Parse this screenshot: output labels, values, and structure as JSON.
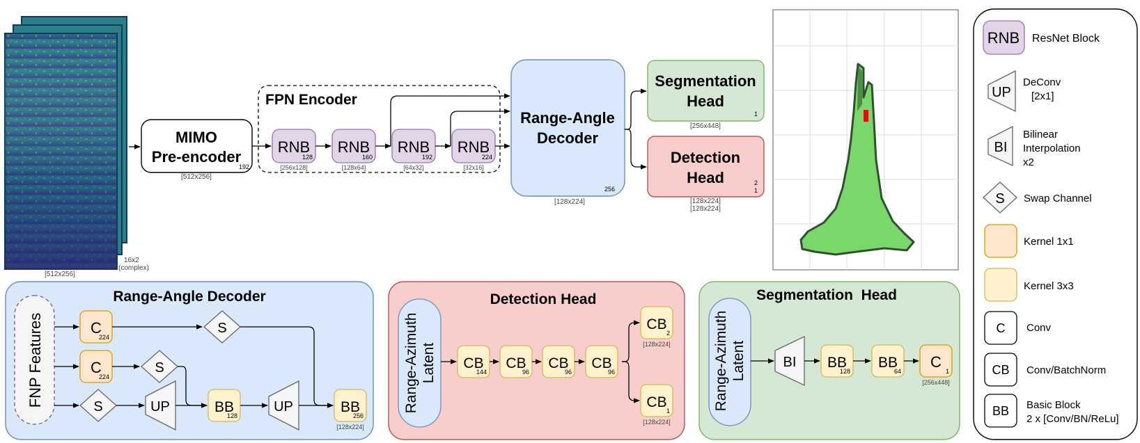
{
  "top": {
    "input": {
      "dims": "[512x256]",
      "channels": "16x2",
      "complex": "(complex)"
    },
    "mimo": {
      "line1": "MIMO",
      "line2": "Pre-encoder",
      "ch": "192",
      "dims": "[512x256]"
    },
    "fpn": {
      "title": "FPN Encoder",
      "blocks": [
        {
          "label": "RNB",
          "ch": "128",
          "dims": "[256x128]"
        },
        {
          "label": "RNB",
          "ch": "160",
          "dims": "[128x64]"
        },
        {
          "label": "RNB",
          "ch": "192",
          "dims": "[64x32]"
        },
        {
          "label": "RNB",
          "ch": "224",
          "dims": "[32x16]"
        }
      ]
    },
    "decoder": {
      "line1": "Range-Angle",
      "line2": "Decoder",
      "ch": "256",
      "dims": "[128x224]"
    },
    "seg": {
      "line1": "Segmentation",
      "line2": "Head",
      "ch": "1",
      "dims": "[256x448]"
    },
    "det": {
      "line1": "Detection",
      "line2": "Head",
      "ch1": "2",
      "ch2": "1",
      "dims1": "[128x224]",
      "dims2": "[128x224]"
    }
  },
  "rad": {
    "title": "Range-Angle Decoder",
    "features": "FNP Features",
    "c1": {
      "label": "C",
      "ch": "224"
    },
    "c2": {
      "label": "C",
      "ch": "224"
    },
    "s": "S",
    "up": "UP",
    "bb1": {
      "label": "BB",
      "ch": "128"
    },
    "bb2": {
      "label": "BB",
      "ch": "256",
      "dims": "[128x224]"
    }
  },
  "dh": {
    "title": "Detection Head",
    "latent1": "Range-Azimuth",
    "latent2": "Latent",
    "cbs": [
      {
        "label": "CB",
        "ch": "144"
      },
      {
        "label": "CB",
        "ch": "96"
      },
      {
        "label": "CB",
        "ch": "96"
      },
      {
        "label": "CB",
        "ch": "96"
      }
    ],
    "out1": {
      "label": "CB",
      "ch": "2",
      "dims": "[128x224]"
    },
    "out2": {
      "label": "CB",
      "ch": "1",
      "dims": "[128x224]"
    }
  },
  "sh": {
    "title": "Segmentation  Head",
    "latent1": "Range-Azimuth",
    "latent2": "Latent",
    "bi": "BI",
    "bb1": {
      "label": "BB",
      "ch": "128"
    },
    "bb2": {
      "label": "BB",
      "ch": "64"
    },
    "c": {
      "label": "C",
      "ch": "1",
      "dims": "[256x448]"
    }
  },
  "legend": {
    "rnb": {
      "sym": "RNB",
      "text": "ResNet Block"
    },
    "up": {
      "sym": "UP",
      "text1": "DeConv",
      "text2": "[2x1]"
    },
    "bi": {
      "sym": "BI",
      "text1": "Bilinear",
      "text2": "Interpolation",
      "text3": "x2"
    },
    "s": {
      "sym": "S",
      "text": "Swap Channel"
    },
    "k1": {
      "text": "Kernel 1x1"
    },
    "k3": {
      "text": "Kernel 3x3"
    },
    "c": {
      "sym": "C",
      "text": "Conv"
    },
    "cb": {
      "sym": "CB",
      "text": "Conv/BatchNorm"
    },
    "bb": {
      "sym": "BB",
      "text1": "Basic Block",
      "text2": "2 x [Conv/BN/ReLu]"
    }
  },
  "colors": {
    "rnb_fill": "#e1d5e7",
    "rnb_stroke": "#9673a6",
    "blue_fill": "#dae8fc",
    "blue_stroke": "#6c8ebf",
    "green_fill": "#d5e8d4",
    "green_stroke": "#82b366",
    "red_fill": "#f8cecc",
    "red_stroke": "#b85450",
    "k1_fill": "#ffe6cc",
    "k1_stroke": "#d79b00",
    "k3_fill": "#fff2cc",
    "k3_stroke": "#d6b656",
    "gray_fill": "#f5f5f5",
    "gray_stroke": "#666666"
  }
}
